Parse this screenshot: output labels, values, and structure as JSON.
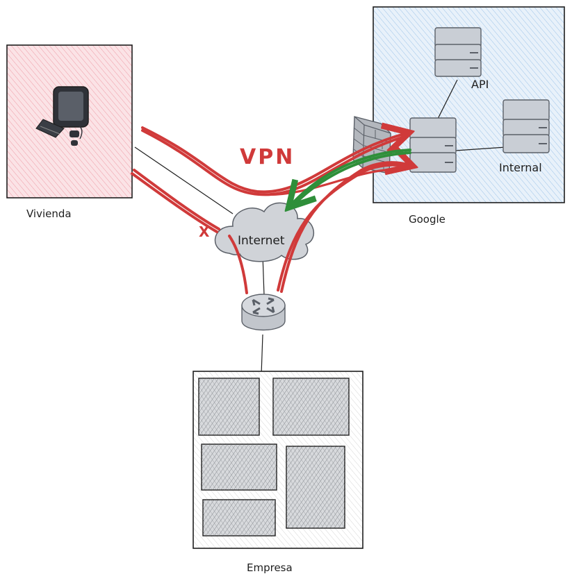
{
  "labels": {
    "vpn": "VPN",
    "vivienda": "Viviend­a",
    "google": "Google",
    "internet": "Internet",
    "api": "API",
    "internal": "Internal",
    "empresa": "Empresa",
    "blocked_mark": "X"
  },
  "colors": {
    "vivienda_fill": "#f7c5cc",
    "vivienda_hatch": "#e88a96",
    "google_fill": "#d6e6f6",
    "google_hatch": "#7fb2e0",
    "vpn_red": "#d03a3a",
    "return_green": "#2f8f3a",
    "server": "#c9ced5",
    "server_dark": "#5b6068",
    "cloud": "#d0d3d8",
    "building_block": "#bfc2c7"
  }
}
